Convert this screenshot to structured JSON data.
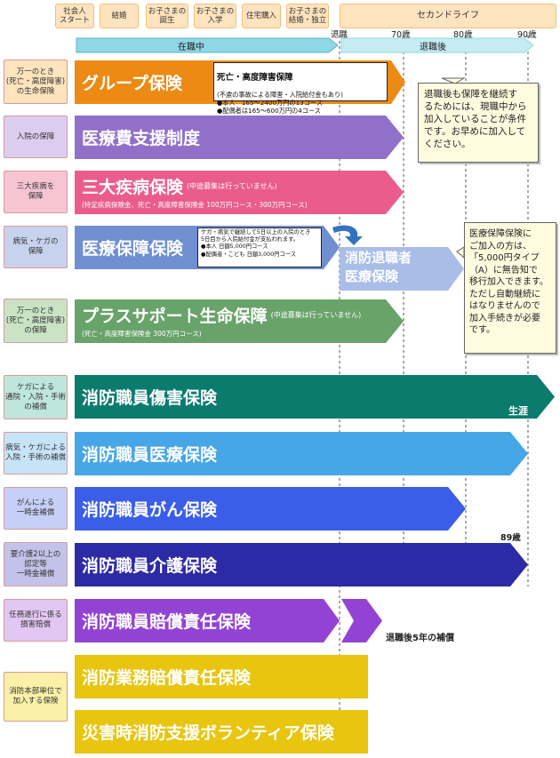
{
  "life_events": [
    "社会人\nスタート",
    "結婚",
    "お子さまの\n誕生",
    "お子さまの\n入学",
    "住宅購入",
    "お子さまの\n結婚・独立"
  ],
  "second_life": "セカンドライフ",
  "ages": {
    "retire": "退職",
    "a70": "70歳",
    "a80": "80歳",
    "a90": "90歳",
    "a89": "89歳"
  },
  "employment": {
    "in_service": "在職中",
    "after_retire": "退職後"
  },
  "rows": [
    {
      "category": "万一のとき\n(死亡・高度障害)\nの生命保険",
      "title": "グループ保険",
      "color": "#ec8a14",
      "detail_head": "死亡・高度障害保障",
      "detail_body": "(不慮の事故による障害・入院給付金もあり)\n●本人　165〜2400万円の13コース\n●配偶者は165〜600万円の4コース"
    },
    {
      "category": "入院の保障",
      "title": "医療費支援制度",
      "color": "#9070c8"
    },
    {
      "category": "三大疾病を\n保障",
      "title": "三大疾病保険",
      "color": "#ea5c8c",
      "inline_note": "(中途募集は行っていません)",
      "note": "(特定疾病保険金、死亡・高度障害保険金 100万円コース・300万円コース)"
    },
    {
      "category": "病気・ケガの\n保障",
      "title": "医療保障保険",
      "color": "#6f8fd0",
      "box": "ケガ・病気で継続して5日以上の入院のとき\n5日目から入院給付金が支払われます。\n●本人 日額5,000円コース\n●配偶者・こども 日額3,000円コース",
      "after_title": "消防退職者\n医療保険"
    },
    {
      "category": "万一のとき\n(死亡・高度障害)\nの保障",
      "title": "プラスサポート生命保障",
      "color": "#68a36a",
      "inline_note": "(中途募集は行っていません)",
      "note": "(死亡・高度障害保険金 300万円コース)"
    },
    {
      "category": "ケガによる\n通院・入院・手術\nの補償",
      "title": "消防職員傷害保険",
      "color": "#0b7b6e",
      "end_label": "生涯"
    },
    {
      "category": "病気・ケガによる\n入院・手術の補償",
      "title": "消防職員医療保険",
      "color": "#47a6e6"
    },
    {
      "category": "がんによる\n一時金補償",
      "title": "消防職員がん保険",
      "color": "#3b5ee8"
    },
    {
      "category": "要介護2以上の\n認定等\n一時金補償",
      "title": "消防職員介護保険",
      "color": "#2d2aa6"
    },
    {
      "category": "任務遂行に係る\n損害賠償",
      "title": "消防職員賠償責任保険",
      "color": "#9343d3",
      "end_label": "退職後5年の補償"
    }
  ],
  "unit_category": "消防本部単位で\n加入する保険",
  "unit_products": [
    "消防業務賠償責任保険",
    "災害時消防支援ボランティア保険"
  ],
  "unit_color": "#e8c50f",
  "callouts": [
    "退職後も保障を継続す\nるためには、現職中から\n加入していることが条件\nです。お早めに加入して\nください。",
    "医療保障保険に\nご加入の方は、\n「5,000円タイプ\n（A）に無告知で\n移行加入できます。\nただし自動継続に\nはなりませんので\n加入手続きが必要\nです。"
  ]
}
